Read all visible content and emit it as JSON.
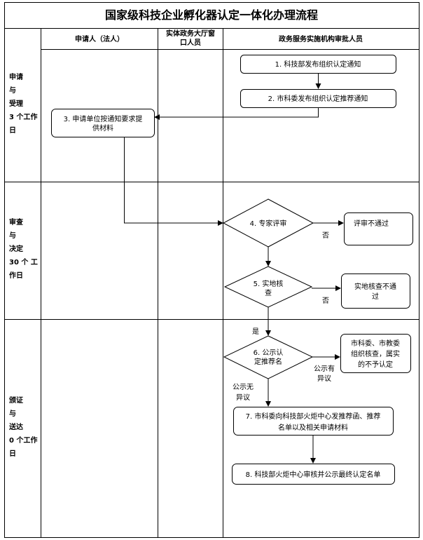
{
  "title": "国家级科技企业孵化器认定一体化办理流程",
  "columns": {
    "applicant": "申请人（法人）",
    "window_line1": "实体政务大厅窗",
    "window_line2": "口人员",
    "reviewer": "政务服务实施机构审批人员"
  },
  "stages": [
    {
      "lines": [
        "申请",
        "与",
        "受理",
        "3 个工作",
        "日"
      ]
    },
    {
      "lines": [
        "审查",
        "与",
        "决定",
        "30  个 工",
        "作日"
      ]
    },
    {
      "lines": [
        "颁证",
        "与",
        "送达",
        "0 个工作",
        "日"
      ]
    }
  ],
  "steps": {
    "s1": [
      "1. 科技部发布组织认定通知"
    ],
    "s2": [
      "2. 市科委发布组织认定推荐通知"
    ],
    "s3": [
      "3. 申请单位按通知要求提",
      "供材料"
    ],
    "s4": [
      "4. 专家评审"
    ],
    "s4_fail": [
      "评审不通过"
    ],
    "s5": [
      "5. 实地核",
      "查"
    ],
    "s5_fail": [
      "实地核查不通",
      "过"
    ],
    "s6": [
      "6. 公示认",
      "定推荐名"
    ],
    "s6_objection": [
      "市科委、市教委",
      "组织核查，属实",
      "的不予认定"
    ],
    "s7": [
      "7. 市科委向科技部火炬中心发推荐函、推荐",
      "名单以及相关申请材料"
    ],
    "s8": [
      "8. 科技部火炬中心审核并公示最终认定名单"
    ]
  },
  "labels": {
    "no1": "否",
    "no2": "否",
    "yes": "是",
    "objection": [
      "公示有",
      "异议"
    ],
    "no_objection": [
      "公示无",
      "异议"
    ]
  }
}
